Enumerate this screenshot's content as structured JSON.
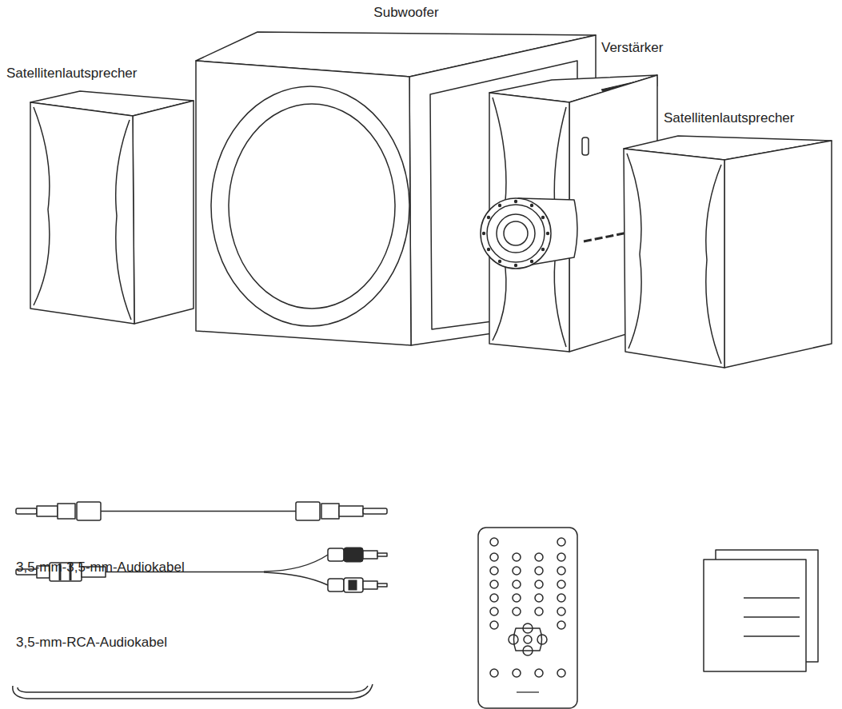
{
  "diagram": {
    "labels": [
      "Subwoofer",
      "Satellitenlautsprecher",
      "Verstärker",
      "Satellitenlautsprecher",
      "3,5-mm-3,5-mm-Audiokabel",
      "3,5-mm-RCA-Audiokabel"
    ]
  }
}
